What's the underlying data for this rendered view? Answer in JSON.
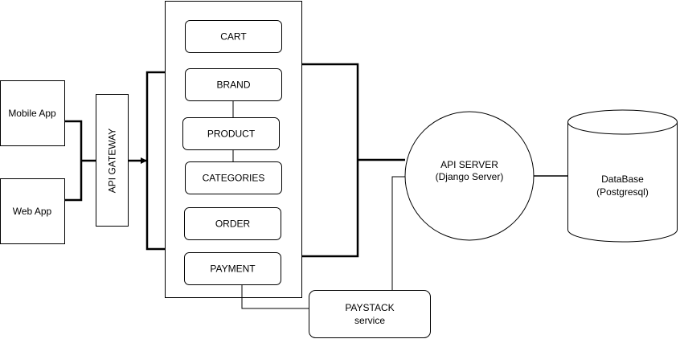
{
  "clients": {
    "mobile_app": "Mobile App",
    "web_app": "Web App"
  },
  "gateway": {
    "label": "API GATEWAY"
  },
  "services": {
    "cart": "CART",
    "brand": "BRAND",
    "product": "PRODUCT",
    "categories": "CATEGORIES",
    "order": "ORDER",
    "payment": "PAYMENT"
  },
  "api_server": {
    "title": "API SERVER",
    "subtitle": "(Django Server)"
  },
  "database": {
    "title": "DataBase",
    "subtitle": "(Postgresql)"
  },
  "paystack": {
    "title": "PAYSTACK",
    "subtitle": "service"
  },
  "colors": {
    "stroke": "#000000",
    "fill": "#ffffff"
  }
}
